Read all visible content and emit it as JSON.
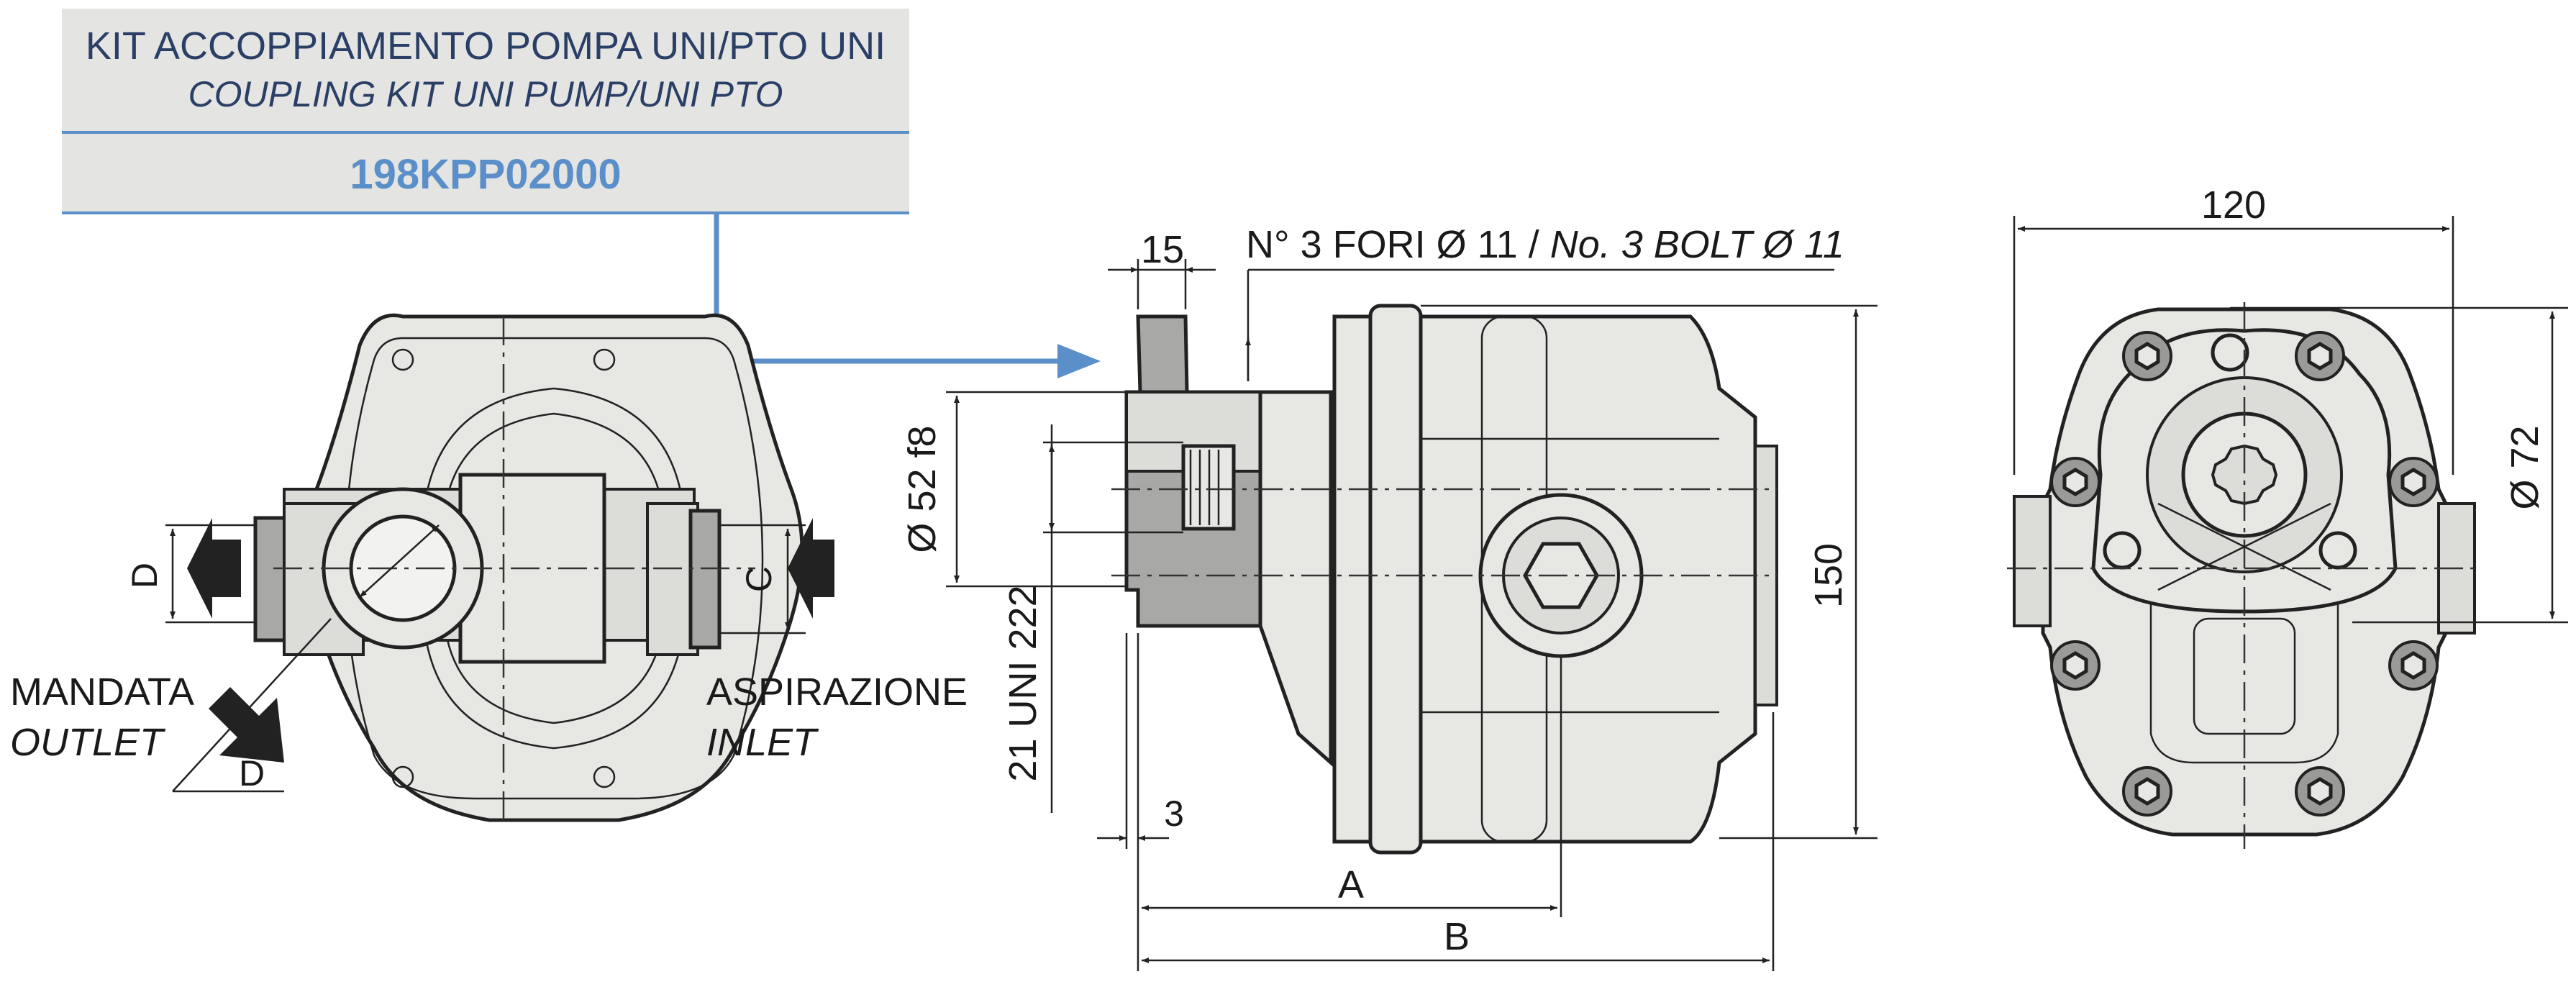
{
  "header": {
    "title_it": "KIT ACCOPPIAMENTO POMPA UNI/PTO UNI",
    "title_en": "COUPLING KIT UNI PUMP/UNI PTO",
    "code": "198KPP02000"
  },
  "left_view": {
    "outlet_label_it": "MANDATA",
    "outlet_label_en": "OUTLET",
    "inlet_label_it": "ASPIRAZIONE",
    "inlet_label_en": "INLET",
    "dim_d_vertical": "D",
    "dim_d_diagonal": "D",
    "dim_c": "C"
  },
  "side_view": {
    "dim_flange": "15",
    "bolt_note_main": "N° 3 FORI Ø 11 / ",
    "bolt_note_italic": "No. 3 BOLT Ø 11",
    "dim_pilot": "Ø 52 f8",
    "dim_shaft": "21 UNI 222",
    "dim_height": "150",
    "dim_offset": "3",
    "dim_a": "A",
    "dim_b": "B"
  },
  "rear_view": {
    "dim_width": "120",
    "dim_bolt_circle": "Ø 72"
  },
  "colors": {
    "accent": "#5b8fc9",
    "header_bg": "#e4e4e2",
    "part_fill": "#e7e7e3",
    "line": "#222222"
  }
}
